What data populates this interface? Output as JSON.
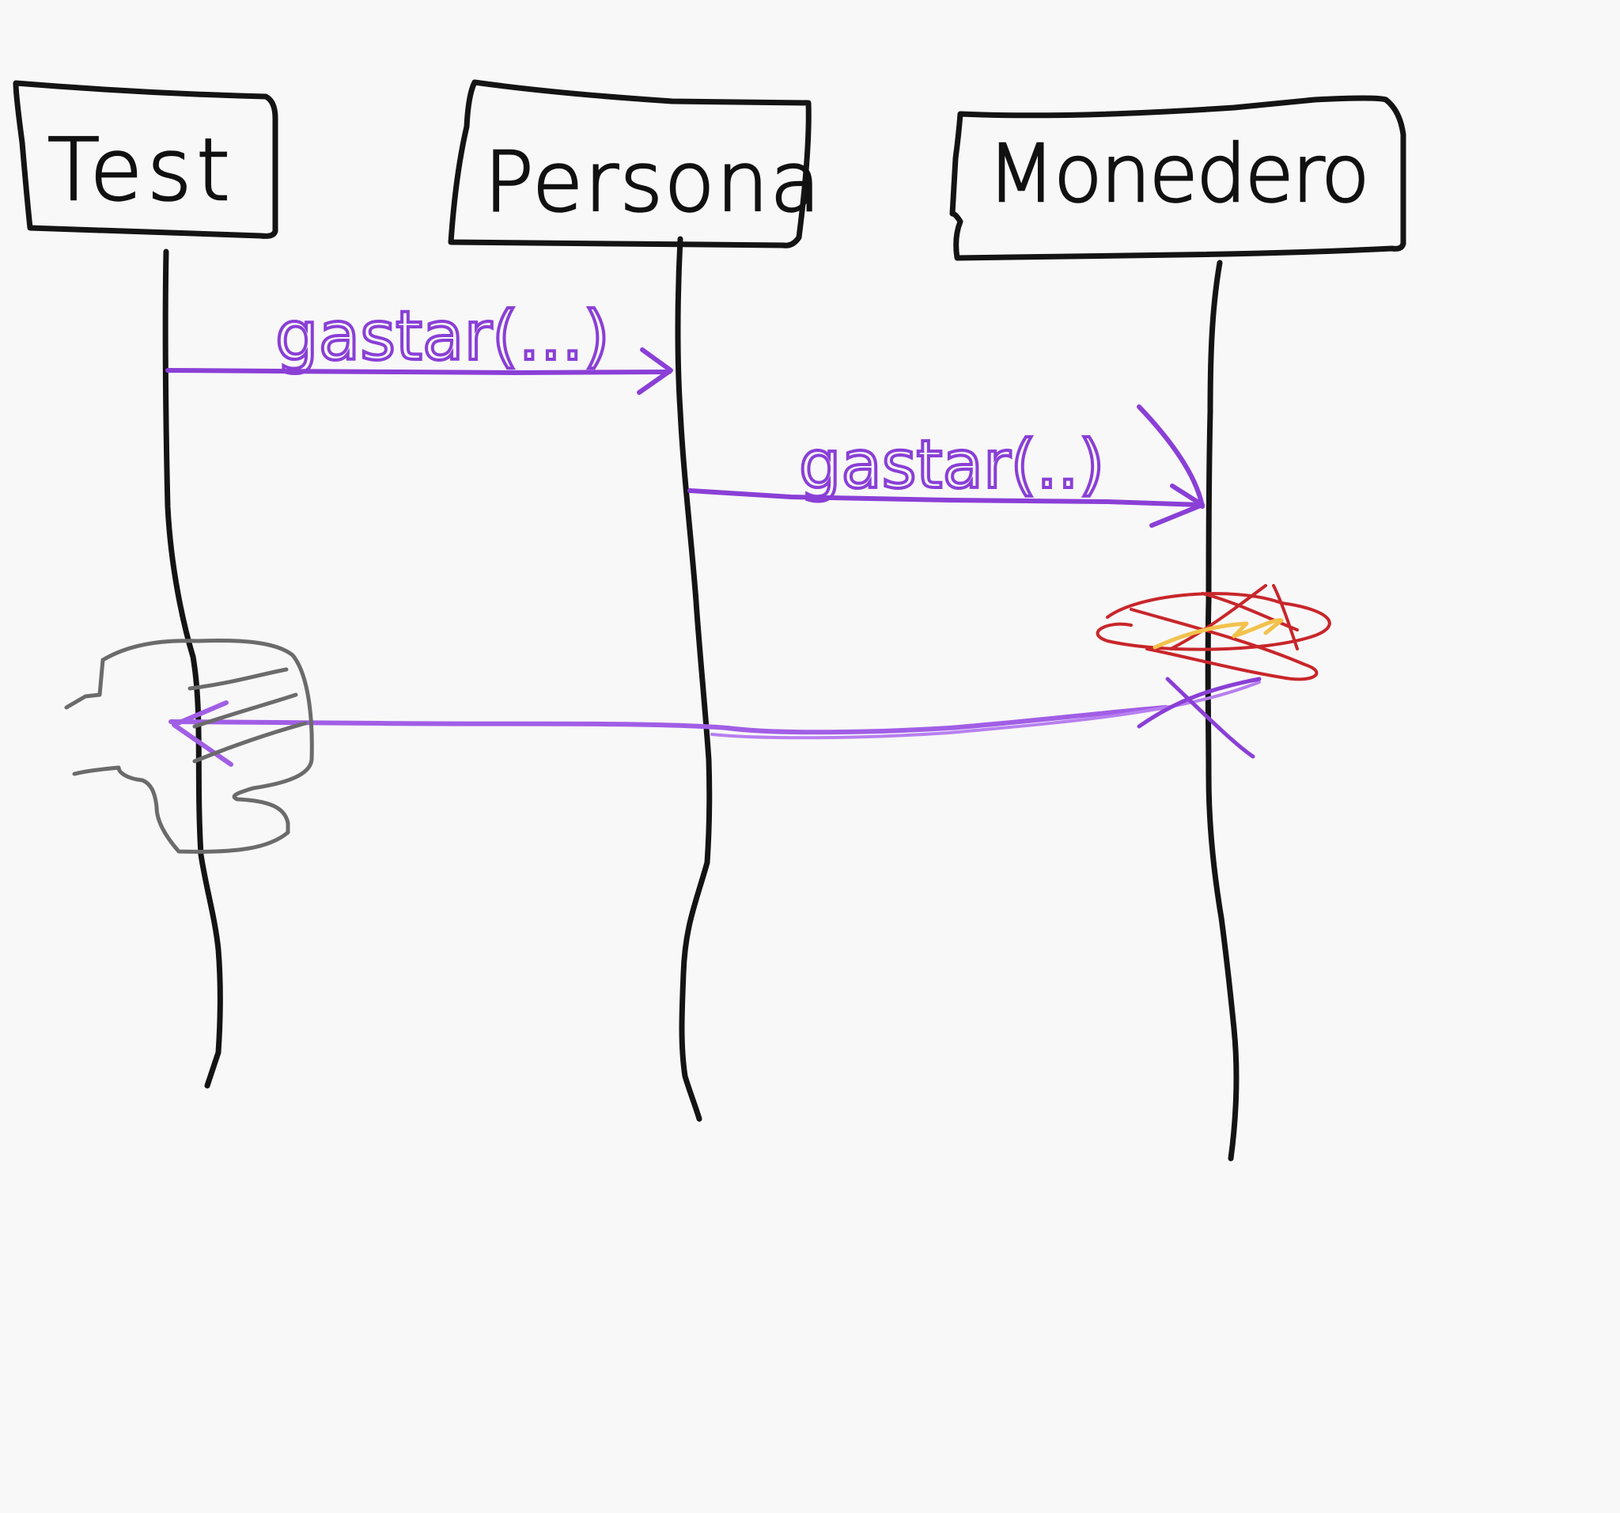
{
  "diagram": {
    "participants": [
      {
        "name": "Test"
      },
      {
        "name": "Persona"
      },
      {
        "name": "Monedero"
      }
    ],
    "messages": [
      {
        "from": "Test",
        "to": "Persona",
        "label": "gastar(...)"
      },
      {
        "from": "Persona",
        "to": "Monedero",
        "label": "gastar(..)"
      },
      {
        "from": "Monedero",
        "to": "Test",
        "label": ""
      }
    ]
  },
  "colors": {
    "background": "#f8f8f8",
    "ink": "#141414",
    "message": "#8a3fd6",
    "explosion_red": "#c8262a",
    "explosion_yellow": "#f2c24c",
    "fist": "#6b6b6b"
  },
  "icons": {
    "explosion": "explosion-scribble-icon",
    "fist": "fist-icon"
  }
}
